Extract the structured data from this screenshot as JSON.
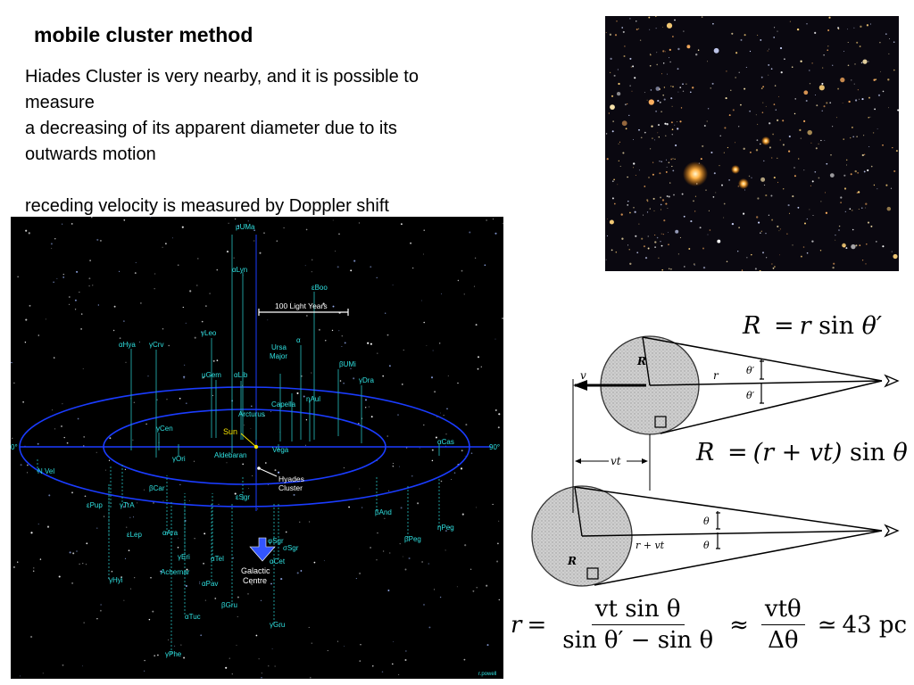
{
  "slide": {
    "title": "mobile cluster method",
    "lines": [
      "Hiades Cluster is very nearby, and it is possible to",
      "measure",
      "a decreasing of its apparent diameter due to its",
      "outwards motion",
      "receding velocity is measured by Doppler shift"
    ]
  },
  "starmap": {
    "scale_label": "100 Light Years",
    "angle_left": "0°",
    "angle_right": "90°",
    "credit": "r.powell",
    "sun": "Sun",
    "hyades": [
      "Hyades",
      "Cluster"
    ],
    "galactic": [
      "Galactic",
      "Centre"
    ],
    "ursa": [
      "Ursa",
      "Major"
    ],
    "labels": [
      "μUMa",
      "αLyn",
      "εBoo",
      "γLeo",
      "αHya",
      "γCrv",
      "α",
      "μGem",
      "αLib",
      "βUMi",
      "γDra",
      "ηAul",
      "Arcturus",
      "Capella",
      "γCen",
      "Vega",
      "Aldebaran",
      "γOri",
      "βCar",
      "εSgr",
      "N Vel",
      "εPup",
      "γTrA",
      "βAnd",
      "αCas",
      "ηPeg",
      "εLep",
      "αAra",
      "φSgr",
      "σSgr",
      "βPeg",
      "γEri",
      "αTel",
      "αCet",
      "Achernar",
      "αPav",
      "γHyi",
      "βGru",
      "αTuc",
      "γGru",
      "γPhe"
    ],
    "colors": {
      "background": "#000000",
      "ring": "#1a3cff",
      "label": "#2fe0e0",
      "yellow": "#f5e300",
      "white": "#ffffff",
      "arrow": "#3355ff"
    }
  },
  "geometry": {
    "R_top": "R",
    "r_top": "r",
    "theta_prime_1": "θ′",
    "theta_prime_2": "θ′",
    "v": "v",
    "vt": "vt",
    "R_bottom": "R",
    "r_vt": "r + vt",
    "theta_1": "θ",
    "theta_2": "θ"
  },
  "equations": {
    "eq1": {
      "lhs": "R",
      "eq": "=",
      "r": "r",
      "sin": "sin",
      "theta": "θ′"
    },
    "eq2": {
      "lhs": "R",
      "eq": "=",
      "paren": "(r + vt)",
      "sin": "sin",
      "theta": "θ"
    },
    "eq3": {
      "lhs": "r",
      "eq": "=",
      "num1": "vt sin θ",
      "den1": "sin θ′ − sin θ",
      "approx": "≈",
      "num2": "vtθ",
      "den2": "Δθ",
      "simeq": "≃",
      "result": "43 pc"
    }
  }
}
